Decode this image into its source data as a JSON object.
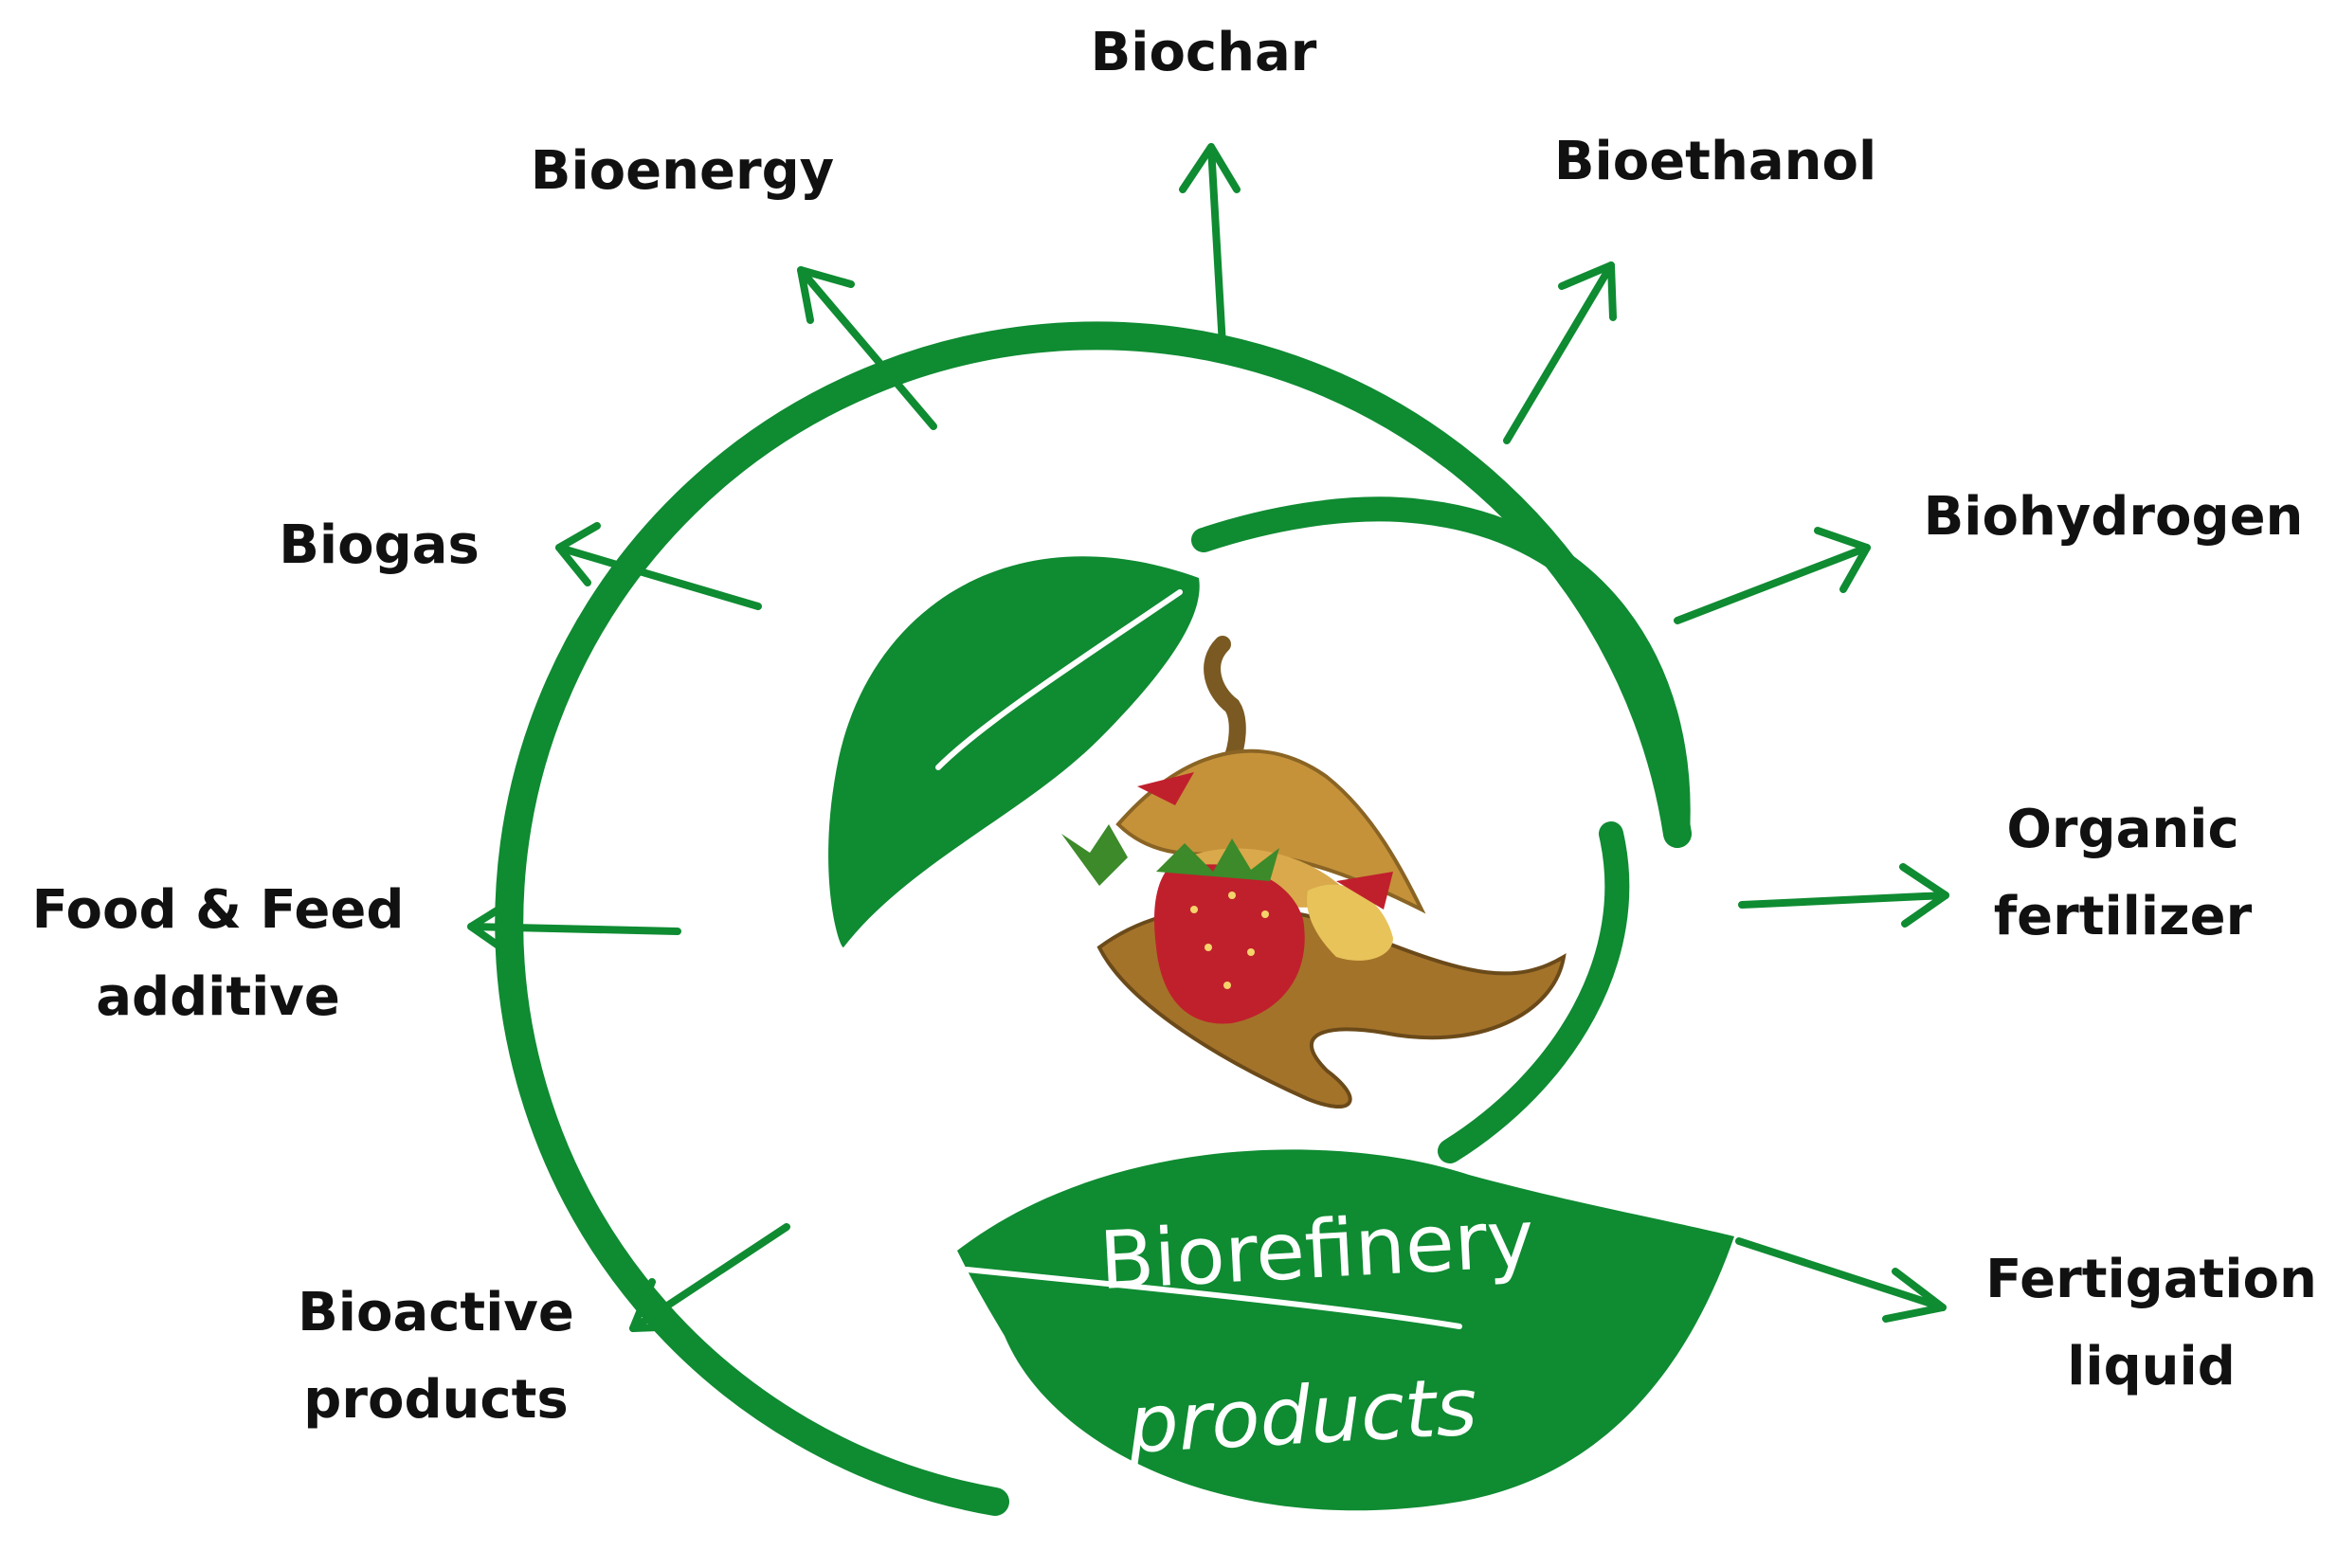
{
  "diagram": {
    "center": {
      "line1": "Biorefinery",
      "line2": "products"
    },
    "outputs": [
      {
        "id": "biochar",
        "lines": [
          "Biochar"
        ]
      },
      {
        "id": "bioenergy",
        "lines": [
          "Bioenergy"
        ]
      },
      {
        "id": "bioethanol",
        "lines": [
          "Bioethanol"
        ]
      },
      {
        "id": "biogas",
        "lines": [
          "Biogas"
        ]
      },
      {
        "id": "biohydrogen",
        "lines": [
          "Biohydrogen"
        ]
      },
      {
        "id": "food-feed",
        "lines": [
          "Food & Feed",
          "additive"
        ]
      },
      {
        "id": "organic-fertilizer",
        "lines": [
          "Organic",
          "fertilizer"
        ]
      },
      {
        "id": "bioactive",
        "lines": [
          "Bioactive",
          "products"
        ]
      },
      {
        "id": "fertigation",
        "lines": [
          "Fertigation",
          "liquid"
        ]
      }
    ],
    "colors": {
      "green": "#0f8b32",
      "text": "#111111"
    }
  }
}
